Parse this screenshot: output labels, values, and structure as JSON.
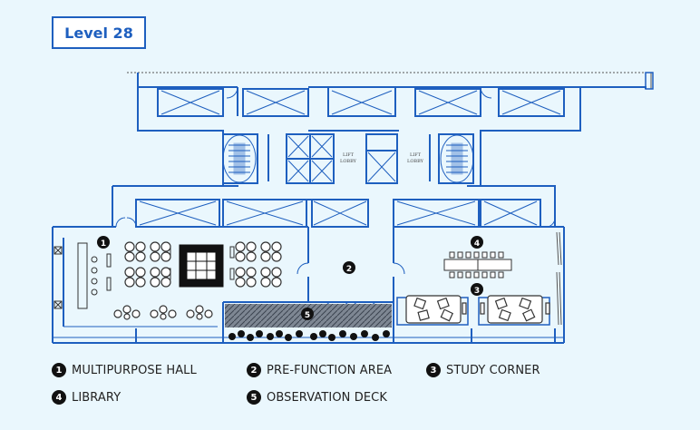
{
  "level_title": "Level 28",
  "lift_lobby_label_1": "LIFT",
  "lift_lobby_label_2": "LOBBY",
  "legend": [
    {
      "num": "1",
      "label": "MULTIPURPOSE HALL"
    },
    {
      "num": "2",
      "label": "PRE-FUNCTION AREA"
    },
    {
      "num": "3",
      "label": "STUDY CORNER"
    },
    {
      "num": "4",
      "label": "LIBRARY"
    },
    {
      "num": "5",
      "label": "OBSERVATION DECK"
    }
  ],
  "colors": {
    "background": "#eaf7fd",
    "walls": "#1e5fbf",
    "markers": "#111111"
  }
}
